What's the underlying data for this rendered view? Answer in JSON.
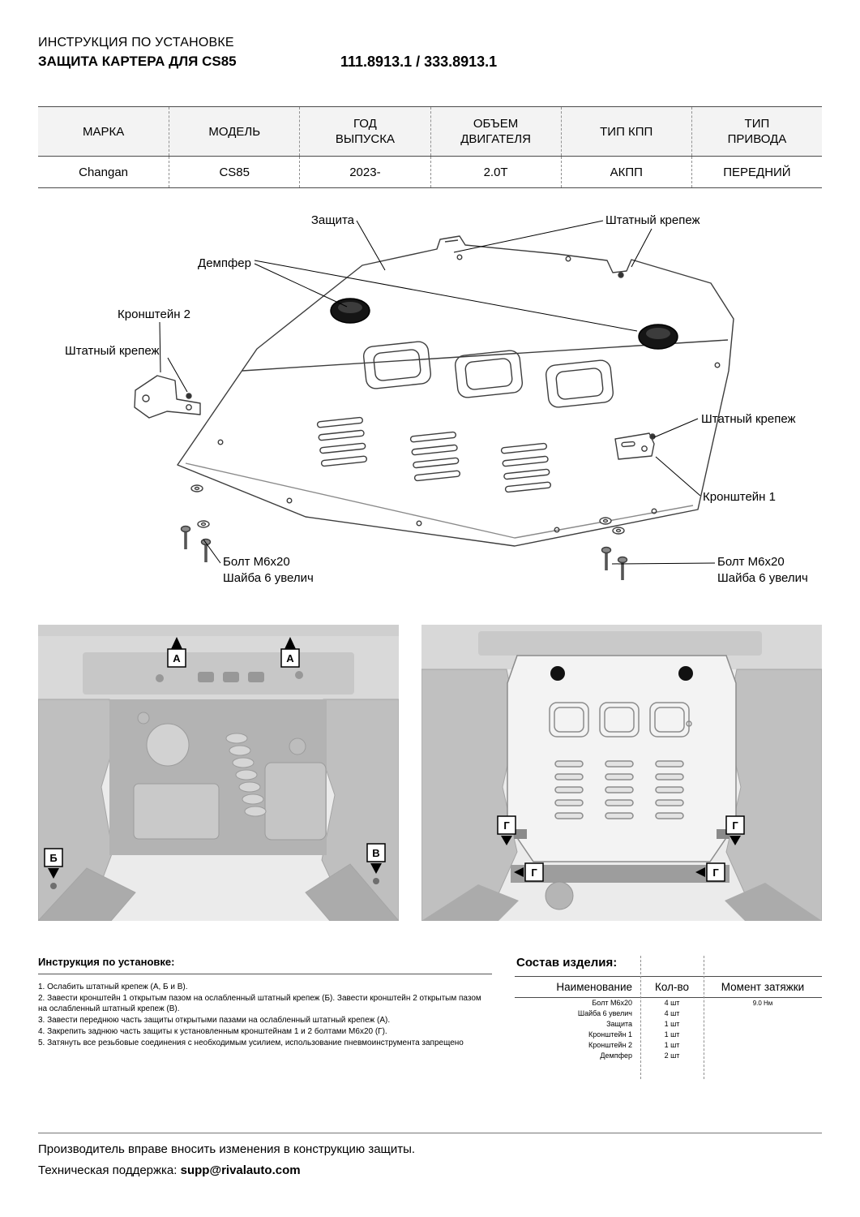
{
  "header": {
    "doc_type": "ИНСТРУКЦИЯ ПО УСТАНОВКЕ",
    "product_title": "ЗАЩИТА КАРТЕРА ДЛЯ CS85",
    "part_numbers": "111.8913.1 / 333.8913.1"
  },
  "spec_table": {
    "headers": [
      "МАРКА",
      "МОДЕЛЬ",
      "ГОД\nВЫПУСКА",
      "ОБЪЕМ\nДВИГАТЕЛЯ",
      "ТИП КПП",
      "ТИП\nПРИВОДА"
    ],
    "values": [
      "Changan",
      "CS85",
      "2023-",
      "2.0T",
      "АКПП",
      "ПЕРЕДНИЙ"
    ]
  },
  "diagram": {
    "labels": {
      "plate": "Защита",
      "oem_fastener": "Штатный крепеж",
      "damper": "Демпфер",
      "bracket2": "Кронштейн 2",
      "bracket1": "Кронштейн 1",
      "bolt": "Болт М6х20",
      "washer": "Шайба 6 увелич"
    }
  },
  "photos": {
    "left": {
      "markers": [
        "А",
        "А",
        "Б",
        "В"
      ]
    },
    "right": {
      "markers": [
        "Г",
        "Г",
        "Г",
        "Г"
      ]
    }
  },
  "instructions": {
    "title": "Инструкция по установке:",
    "steps": [
      "1. Ослабить штатный крепеж (А, Б и В).",
      "2. Завести кронштейн 1 открытым пазом на ослабленный штатный крепеж (Б). Завести кронштейн 2 открытым пазом на ослабленный штатный крепеж (В).",
      "3. Завести переднюю часть защиты открытыми пазами на ослабленный штатный крепеж (А).",
      "4. Закрепить заднюю часть защиты к установленным кронштейнам 1 и 2 болтами М6х20 (Г).",
      "5. Затянуть все резьбовые соединения с необходимым усилием, использование пневмоинструмента запрещено"
    ]
  },
  "parts": {
    "title": "Состав изделия:",
    "col_name": "Наименование",
    "col_qty": "Кол-во",
    "col_torque": "Момент затяжки",
    "rows": [
      {
        "name": "Болт М6х20",
        "qty": "4 шт",
        "torque": "9.0 Нм"
      },
      {
        "name": "Шайба 6 увелич",
        "qty": "4 шт",
        "torque": ""
      },
      {
        "name": "Защита",
        "qty": "1 шт",
        "torque": ""
      },
      {
        "name": "Кронштейн 1",
        "qty": "1 шт",
        "torque": ""
      },
      {
        "name": "Кронштейн 2",
        "qty": "1 шт",
        "torque": ""
      },
      {
        "name": "Демпфер",
        "qty": "2 шт",
        "torque": ""
      }
    ]
  },
  "footer": {
    "line1": "Производитель вправе вносить изменения в конструкцию защиты.",
    "line2_label": "Техническая поддержка: ",
    "email": "supp@rivalauto.com"
  }
}
